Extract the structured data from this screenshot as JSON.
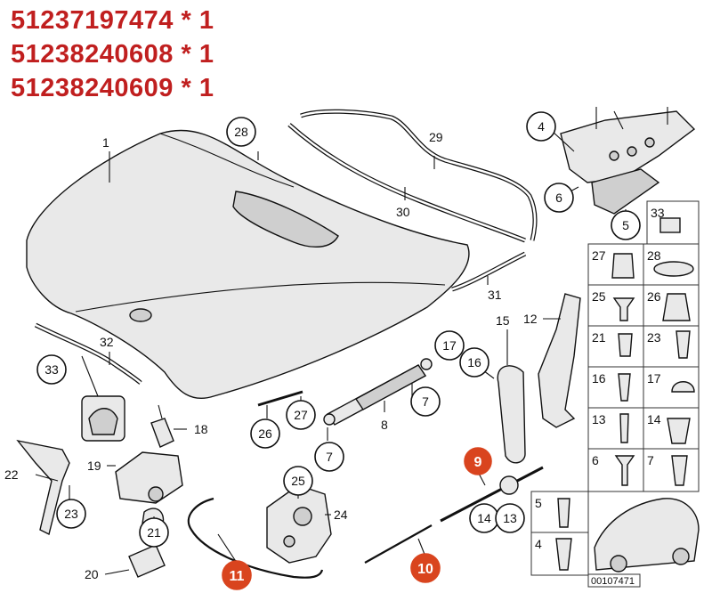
{
  "part_numbers": [
    {
      "number": "51237197474",
      "qty": "* 1"
    },
    {
      "number": "51238240608",
      "qty": "* 1"
    },
    {
      "number": "51238240609",
      "qty": "* 1"
    }
  ],
  "labels": {
    "l1": "1",
    "l4": "4",
    "l5": "5",
    "l6": "6",
    "l7a": "7",
    "l7b": "7",
    "l8": "8",
    "l9": "9",
    "l10": "10",
    "l11": "11",
    "l12": "12",
    "l13": "13",
    "l14": "14",
    "l15": "15",
    "l16": "16",
    "l17": "17",
    "l18": "18",
    "l19": "19",
    "l20": "20",
    "l21": "21",
    "l22": "22",
    "l23": "23",
    "l24": "24",
    "l25": "25",
    "l26": "26",
    "l27": "27",
    "l28": "28",
    "l29": "29",
    "l30": "30",
    "l31": "31",
    "l32": "32",
    "l33": "33"
  },
  "grid_labels": [
    "33",
    "27",
    "28",
    "25",
    "26",
    "21",
    "23",
    "16",
    "17",
    "13",
    "14",
    "6",
    "7",
    "5",
    "4"
  ],
  "diagram_code": "00107471",
  "colors": {
    "part_number": "#c01f1f",
    "highlight": "#d9441e"
  }
}
